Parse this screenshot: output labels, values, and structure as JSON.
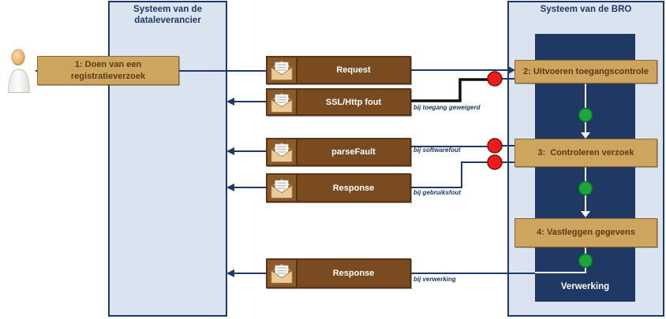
{
  "panels": {
    "left": {
      "title": "Systeem van de dataleverancier"
    },
    "right": {
      "title": "Systeem van de BRO",
      "process_label": "Verwerking"
    }
  },
  "steps": [
    {
      "label": "1: Doen van een registratieverzoek"
    },
    {
      "label": "2: Uitvoeren toegangscontrole"
    },
    {
      "label": "3:  Controleren verzoek"
    },
    {
      "label": "4: Vastleggen gegevens"
    }
  ],
  "messages": [
    {
      "label": "Request",
      "direction": "right"
    },
    {
      "label": "SSL/Http fout",
      "direction": "left",
      "condition": "bij toegang geweigerd"
    },
    {
      "label": "parseFault",
      "direction": "left",
      "condition": "bij softwarefout"
    },
    {
      "label": "Response",
      "direction": "left",
      "condition": "bij gebruiksfout"
    },
    {
      "label": "Response",
      "direction": "left",
      "condition": "bij verwerking"
    }
  ],
  "icons": {
    "message": "envelope-icon",
    "actor": "person-icon"
  },
  "colors": {
    "panel_fill": "#dae4f1",
    "navy": "#1f3864",
    "step_fill": "#cda55f",
    "step_text": "#5e3a11",
    "message_fill": "#7a4a21",
    "success_node": "#1aa638",
    "error_node": "#ea1c1c",
    "error_path": "#111111",
    "flow_line": "#f5f5f5"
  }
}
